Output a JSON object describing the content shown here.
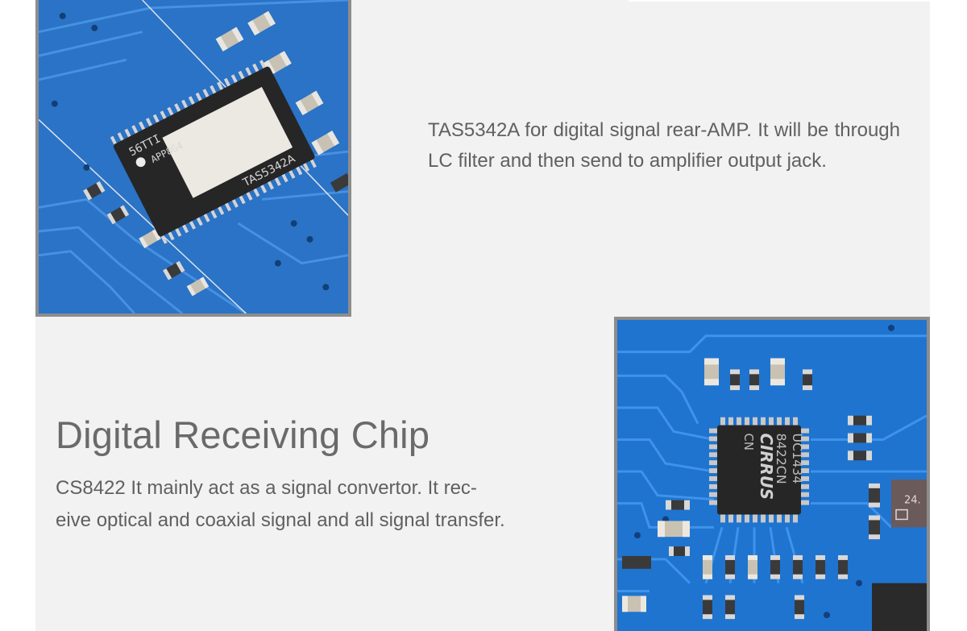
{
  "amp_section": {
    "chip_marking": "TAS5342A",
    "chip_marking_top": "56TTI",
    "chip_marking_code": "APP8G4",
    "description": "TAS5342A  for  digital  signal  rear-AMP. It will be through LC filter and then send to amplifier output jack."
  },
  "receiver_section": {
    "heading": "Digital Receiving Chip",
    "description_lines": [
      "CS8422 It mainly act as a signal convertor. It rec-",
      "eive optical and coaxial signal and all signal transfer."
    ],
    "chip_marking_brand": "CIRRUS",
    "chip_marking_cn": "CN",
    "chip_marking_part": "8422CN",
    "chip_marking_code": "UC1434",
    "side_marking": "24."
  },
  "colors": {
    "pcb_blue": "#1f6fc4",
    "pcb_trace": "#3f8fe0",
    "chip_black": "#2a2a2a",
    "text_gray": "#606060",
    "heading_gray": "#6a6a6a"
  }
}
